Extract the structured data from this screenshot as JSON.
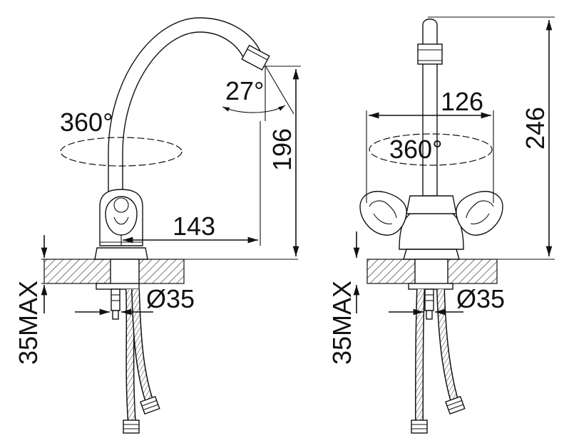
{
  "left_view": {
    "rotation_spout": "360°",
    "aerator_angle": "27°",
    "height": "196",
    "reach": "143",
    "deck_diameter": "Ø35",
    "max_thickness": "35MAX"
  },
  "right_view": {
    "width": "126",
    "rotation": "360°",
    "total_height": "246",
    "deck_diameter": "Ø35",
    "max_thickness": "35MAX"
  }
}
